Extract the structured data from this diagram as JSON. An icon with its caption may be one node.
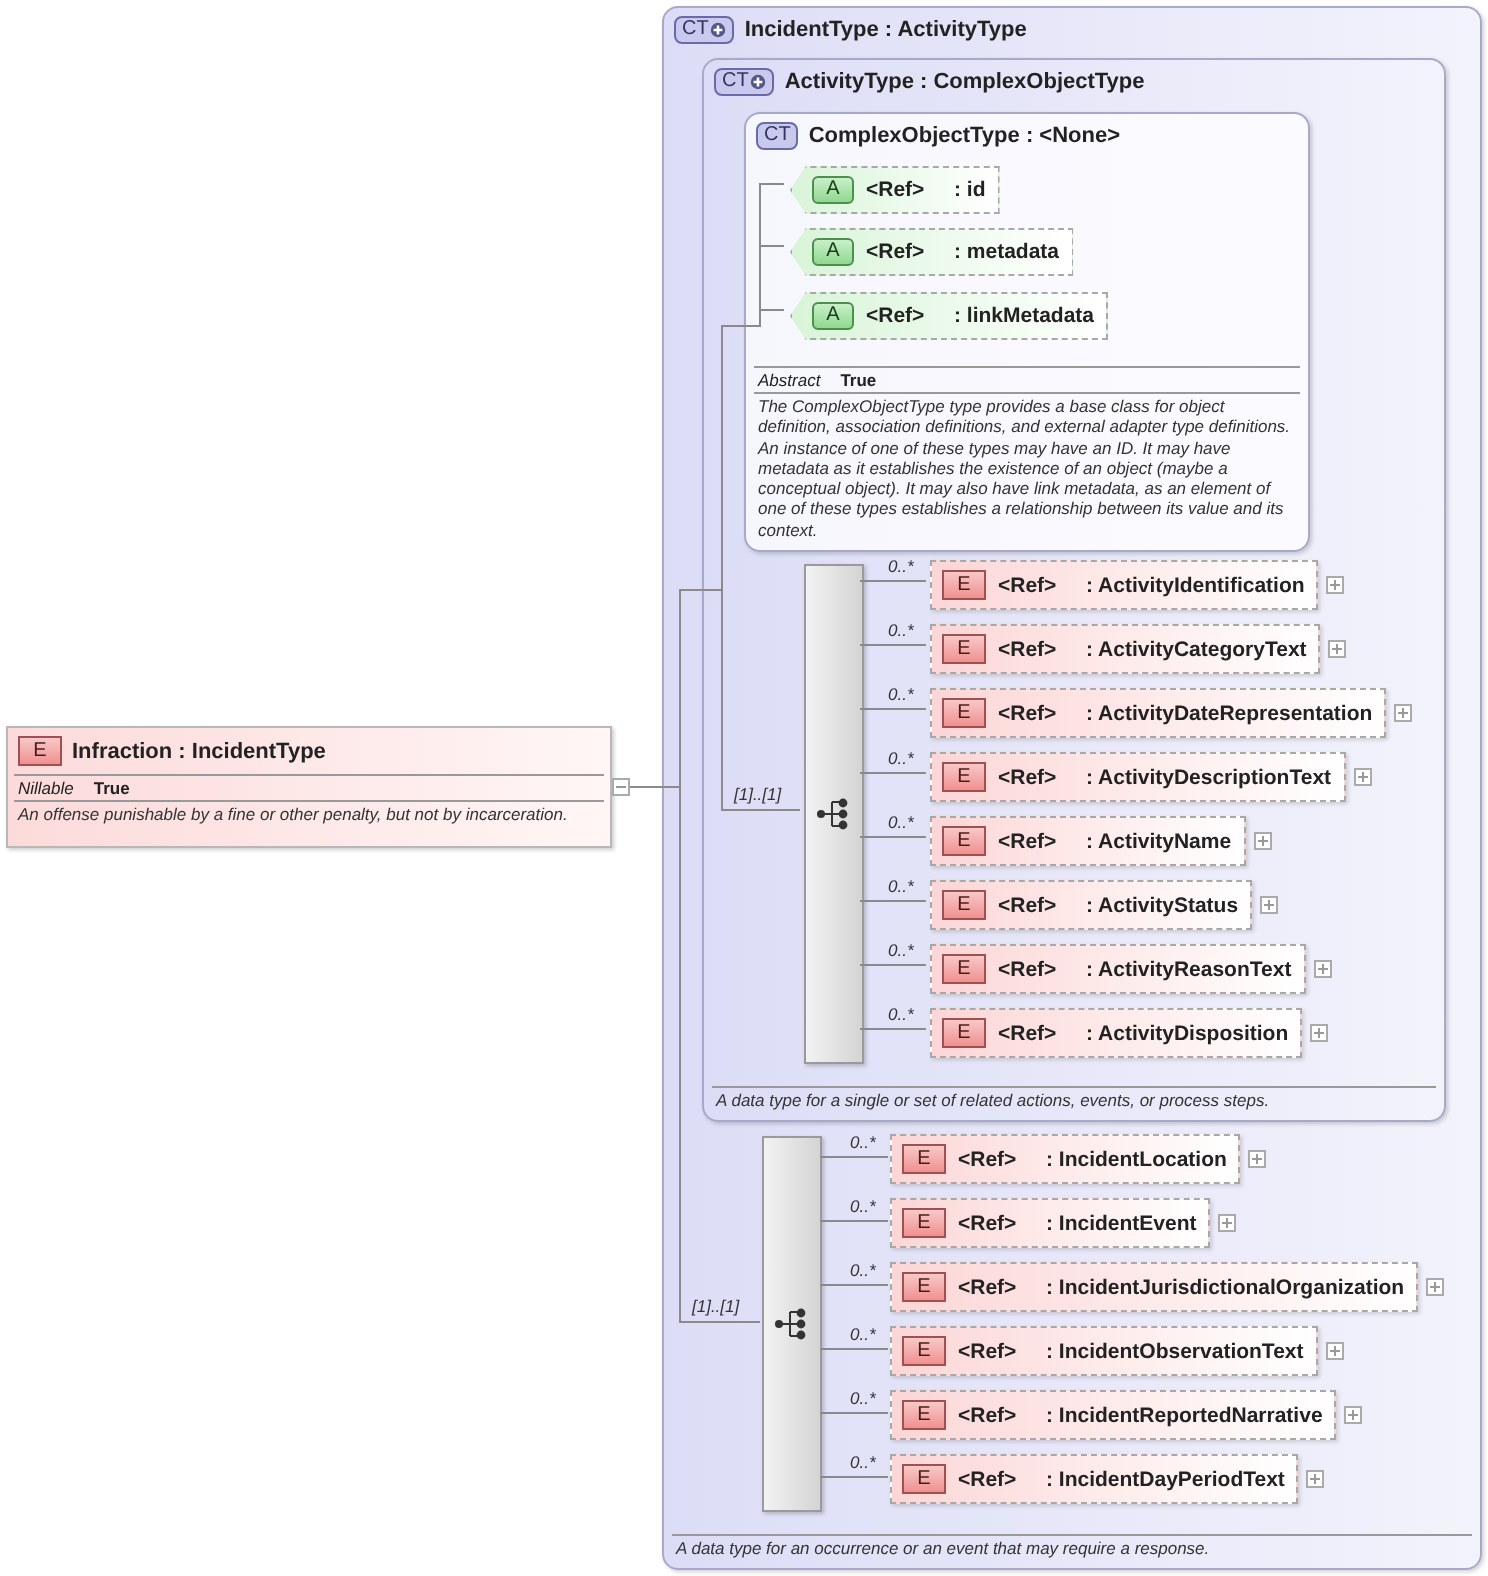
{
  "diagram": {
    "nodes": [
      {
        "text": [
          "E",
          "Infraction : IncidentType",
          "Nillable",
          "True",
          "An offense punishable by a fine or other penalty, but not by incarceration."
        ]
      },
      {
        "text": [
          "CT",
          "IncidentType : ActivityType",
          "A data type for an occurrence or an event that may require a response."
        ]
      },
      {
        "text": [
          "CT",
          "ActivityType : ComplexObjectType",
          "A data type for a single or set of related actions, events, or process steps."
        ],
        "in": 1
      },
      {
        "text": [
          "CT",
          "ComplexObjectType : <None>",
          "Abstract",
          "True",
          "The ComplexObjectType type provides a base class for object definition, association definitions, and external adapter type definitions. An instance of one of these types may have an ID. It may have metadata as it establishes the existence of an object (maybe a conceptual object). It may also have link metadata, as an element of one of these types establishes a relationship between its value and its context."
        ],
        "in": 2
      },
      {
        "text": [
          "A",
          "<Ref>",
          ": id"
        ],
        "in": 3
      },
      {
        "text": [
          "A",
          "<Ref>",
          ": metadata"
        ],
        "in": 3
      },
      {
        "text": [
          "A",
          "<Ref>",
          ": linkMetadata"
        ],
        "in": 3
      },
      {
        "text": [],
        "shape": "bar",
        "in": 2
      },
      {
        "text": [
          "E",
          "<Ref>",
          ": ActivityIdentification"
        ],
        "in": 2
      },
      {
        "text": [
          "E",
          "<Ref>",
          ": ActivityCategoryText"
        ],
        "in": 2
      },
      {
        "text": [
          "E",
          "<Ref>",
          ": ActivityDateRepresentation"
        ],
        "in": 2
      },
      {
        "text": [
          "E",
          "<Ref>",
          ": ActivityDescriptionText"
        ],
        "in": 2
      },
      {
        "text": [
          "E",
          "<Ref>",
          ": ActivityName"
        ],
        "in": 2
      },
      {
        "text": [
          "E",
          "<Ref>",
          ": ActivityStatus"
        ],
        "in": 2
      },
      {
        "text": [
          "E",
          "<Ref>",
          ": ActivityReasonText"
        ],
        "in": 2
      },
      {
        "text": [
          "E",
          "<Ref>",
          ": ActivityDisposition"
        ],
        "in": 2
      },
      {
        "text": [],
        "shape": "bar",
        "in": 1
      },
      {
        "text": [
          "E",
          "<Ref>",
          ": IncidentLocation"
        ],
        "in": 1
      },
      {
        "text": [
          "E",
          "<Ref>",
          ": IncidentEvent"
        ],
        "in": 1
      },
      {
        "text": [
          "E",
          "<Ref>",
          ": IncidentJurisdictionalOrganization"
        ],
        "in": 1
      },
      {
        "text": [
          "E",
          "<Ref>",
          ": IncidentObservationText"
        ],
        "in": 1
      },
      {
        "text": [
          "E",
          "<Ref>",
          ": IncidentReportedNarrative"
        ],
        "in": 1
      },
      {
        "text": [
          "E",
          "<Ref>",
          ": IncidentDayPeriodText"
        ],
        "in": 1
      }
    ],
    "edges": [
      {
        "from": 0,
        "to": 4,
        "arrow": "none"
      },
      {
        "from": 0,
        "to": 5,
        "arrow": "none"
      },
      {
        "from": 0,
        "to": 6,
        "arrow": "none"
      },
      {
        "from": 0,
        "to": 7,
        "arrow": "none",
        "label": "[1]..[1]"
      },
      {
        "from": 7,
        "to": 8,
        "arrow": "none",
        "label": "0..*"
      },
      {
        "from": 7,
        "to": 9,
        "arrow": "none",
        "label": "0..*"
      },
      {
        "from": 7,
        "to": 10,
        "arrow": "none",
        "label": "0..*"
      },
      {
        "from": 7,
        "to": 11,
        "arrow": "none",
        "label": "0..*"
      },
      {
        "from": 7,
        "to": 12,
        "arrow": "none",
        "label": "0..*"
      },
      {
        "from": 7,
        "to": 13,
        "arrow": "none",
        "label": "0..*"
      },
      {
        "from": 7,
        "to": 14,
        "arrow": "none",
        "label": "0..*"
      },
      {
        "from": 7,
        "to": 15,
        "arrow": "none",
        "label": "0..*"
      },
      {
        "from": 0,
        "to": 16,
        "arrow": "none",
        "label": "[1]..[1]"
      },
      {
        "from": 16,
        "to": 17,
        "arrow": "none",
        "label": "0..*"
      },
      {
        "from": 16,
        "to": 18,
        "arrow": "none",
        "label": "0..*"
      },
      {
        "from": 16,
        "to": 19,
        "arrow": "none",
        "label": "0..*"
      },
      {
        "from": 16,
        "to": 20,
        "arrow": "none",
        "label": "0..*"
      },
      {
        "from": 16,
        "to": 21,
        "arrow": "none",
        "label": "0..*"
      },
      {
        "from": 16,
        "to": 22,
        "arrow": "none",
        "label": "0..*"
      }
    ]
  }
}
